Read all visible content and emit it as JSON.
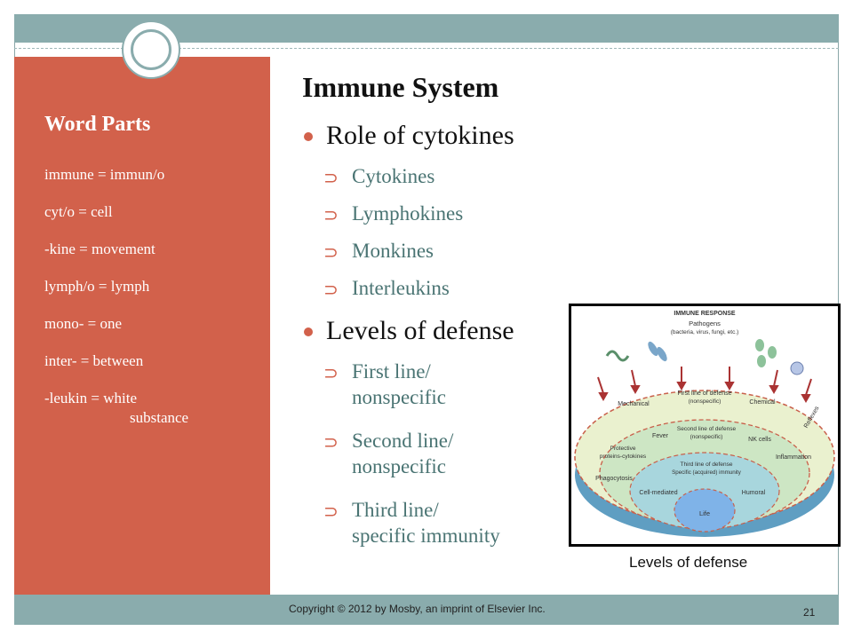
{
  "slide": {
    "title": "Immune System",
    "sidebar": {
      "title": "Word Parts",
      "items": [
        {
          "line1": "immune = immun/o"
        },
        {
          "line1": "cyt/o = cell"
        },
        {
          "line1": "-kine = movement"
        },
        {
          "line1": "lymph/o = lymph"
        },
        {
          "line1": "mono- = one"
        },
        {
          "line1": "inter- = between"
        },
        {
          "line1": "-leukin = white",
          "line2": "substance"
        }
      ]
    },
    "bullets": [
      {
        "label": "Role of cytokines",
        "subs": [
          "Cytokines",
          "Lymphokines",
          "Monkines",
          "Interleukins"
        ]
      },
      {
        "label": "Levels of defense",
        "subs": [
          {
            "l1": "First line/",
            "l2": "nonspecific"
          },
          {
            "l1": "Second line/",
            "l2": "nonspecific"
          },
          {
            "l1": "Third line/",
            "l2": "specific immunity"
          }
        ]
      }
    ],
    "figure": {
      "caption": "Levels of defense",
      "labels": {
        "heading": "IMMUNE RESPONSE",
        "pathogens": "Pathogens",
        "pathogens_sub": "(bacteria, virus, fungi, etc.)",
        "first_line": "First line of defense",
        "first_line_sub": "(nonspecific)",
        "mechanical": "Mechanical",
        "chemical": "Chemical",
        "reflexes": "Reflexes",
        "fever": "Fever",
        "second_line": "Second line of defense",
        "second_line_sub": "(nonspecific)",
        "nk_cells": "NK cells",
        "protective": "Protective",
        "protective_sub": "proteins-cytokines",
        "inflammation": "Inflammation",
        "phagocytosis": "Phagocytosis",
        "third_line": "Third line of defense",
        "third_line_sub": "Specific (acquired) immunity",
        "cell_mediated": "Cell-mediated",
        "humoral": "Humoral",
        "life": "Life"
      }
    },
    "footer": {
      "copyright": "Copyright © 2012 by Mosby, an imprint of Elsevier Inc.",
      "page_number": "21"
    },
    "colors": {
      "accent": "#d2614b",
      "teal": "#8aacad",
      "subtext": "#4a7473"
    }
  }
}
